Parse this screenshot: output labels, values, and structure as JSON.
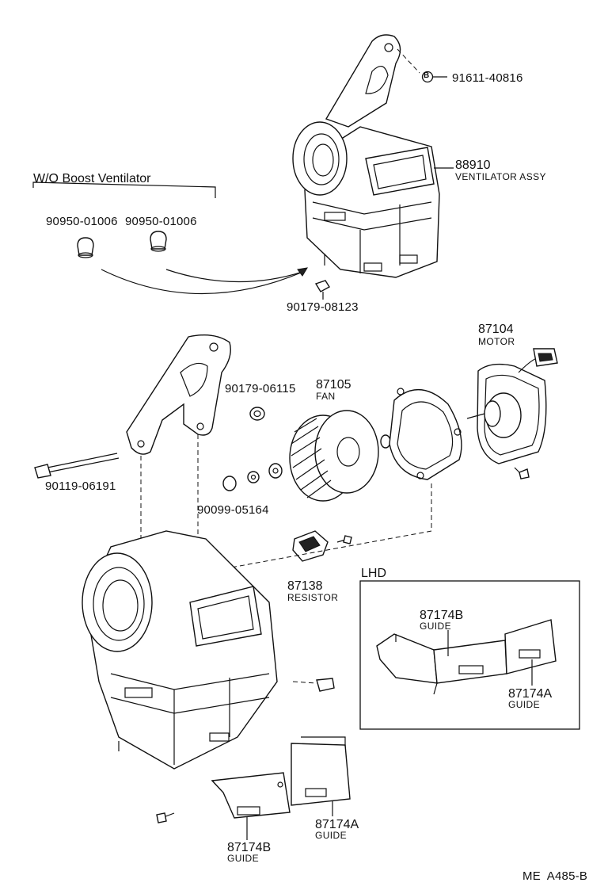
{
  "group_header": "W/O Boost Ventilator",
  "lhd_label": "LHD",
  "footer_code": "ME  A485-B",
  "callouts": {
    "bolt_b": {
      "marker": "B",
      "number": "91611-40816"
    },
    "ventilator_assy": {
      "number": "88910",
      "name": "VENTILATOR ASSY"
    },
    "plug_1": {
      "number": "90950-01006"
    },
    "plug_2": {
      "number": "90950-01006"
    },
    "nut_top": {
      "number": "90179-08123"
    },
    "motor": {
      "number": "87104",
      "name": "MOTOR"
    },
    "fan": {
      "number": "87105",
      "name": "FAN"
    },
    "nut_fan": {
      "number": "90179-06115"
    },
    "long_bolt": {
      "number": "90119-06191"
    },
    "washer": {
      "number": "90099-05164"
    },
    "resistor": {
      "number": "87138",
      "name": "RESISTOR"
    },
    "guide_b_lhd": {
      "number": "87174B",
      "name": "GUIDE"
    },
    "guide_a_lhd": {
      "number": "87174A",
      "name": "GUIDE"
    },
    "guide_a": {
      "number": "87174A",
      "name": "GUIDE"
    },
    "guide_b": {
      "number": "87174B",
      "name": "GUIDE"
    }
  }
}
